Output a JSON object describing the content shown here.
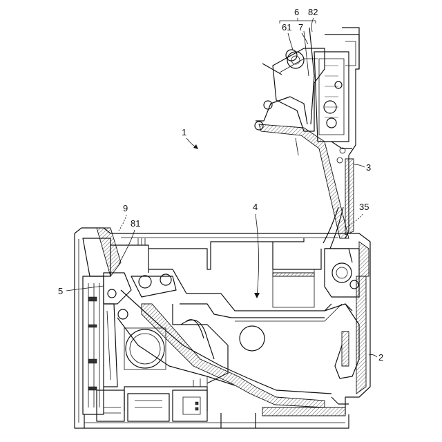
{
  "labels": {
    "l6": "6",
    "l82": "82",
    "l61": "61",
    "l7": "7",
    "l1": "1",
    "l3": "3",
    "l4": "4",
    "l35": "35",
    "l9": "9",
    "l81": "81",
    "l5": "5",
    "l2": "2"
  }
}
